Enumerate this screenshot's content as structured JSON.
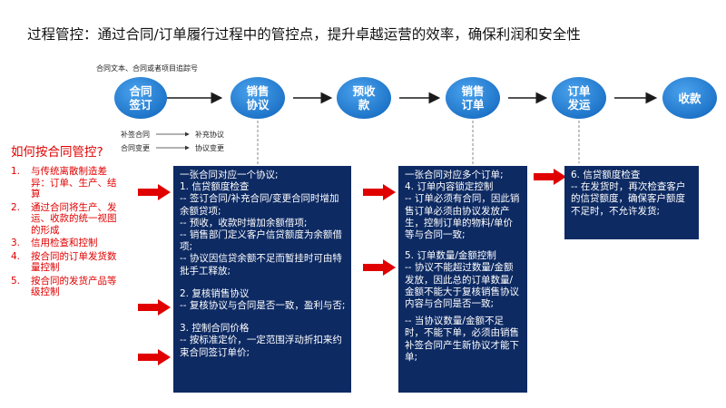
{
  "title": "过程管控：通过合同/订单履行过程中的管控点，提升卓越运营的效率，确保利润和安全性",
  "flow_note": "合同文本、合同或者项目追踪号",
  "flow_nodes": [
    {
      "id": "n1",
      "label": "合同\n签订"
    },
    {
      "id": "n2",
      "label": "销售\n协议"
    },
    {
      "id": "n3",
      "label": "预收\n款"
    },
    {
      "id": "n4",
      "label": "销售\n订单"
    },
    {
      "id": "n5",
      "label": "订单\n发运"
    },
    {
      "id": "n6",
      "label": "收款"
    }
  ],
  "legend": [
    {
      "from": "补签合同",
      "to": "补充协议"
    },
    {
      "from": "合同变更",
      "to": "协议变更"
    }
  ],
  "side_title": "如何按合同管控?",
  "side_items": [
    {
      "num": "1.",
      "text": "与传统离散制造差异：订单、生产、结算"
    },
    {
      "num": "2.",
      "text": "通过合同将生产、发运、收款的统一视图的形成"
    },
    {
      "num": "3.",
      "text": "信用检查和控制"
    },
    {
      "num": "4.",
      "text": "按合同的订单发货数量控制"
    },
    {
      "num": "5.",
      "text": "按合同的发货产品等级控制"
    }
  ],
  "box1": {
    "intro": "一张合同对应一个协议;",
    "s1_head": "1.   信贷额度检查",
    "s1_a": "    -- 签订合同/补充合同/变更合同时增加余额贷项;",
    "s1_b": "    -- 预收，收款时增加余额借项;",
    "s1_c": "    -- 销售部门定义客户信贷额度为余额借项;",
    "s1_d": "    -- 协议因信贷余额不足而暂挂时可由特批手工释放;",
    "s2_head": "2.   复核销售协议",
    "s2_a": "    -- 复核协议与合同是否一致，盈利与否;",
    "s3_head": "3.   控制合同价格",
    "s3_a": "    -- 按标准定价，一定范围浮动折扣来约束合同签订单价;"
  },
  "box2": {
    "intro": "一张合同对应多个订单;",
    "s4_head": "4.  订单内容锁定控制",
    "s4_a": "    -- 订单必须有合同，因此销售订单必须由协议发放产生，控制订单的物料/单价等与合同一致;",
    "s5_head": "5.    订单数量/金额控制",
    "s5_a": "    -- 协议不能超过数量/金额发放，因此总的订单数量/金额不能大于复核销售协议内容与合同是否一致;",
    "s5_b": "    -- 当协议数量/金额不足时，不能下单，必须由销售补签合同产生新协议才能下单;"
  },
  "box3": {
    "s6_head": "6.   信贷额度检查",
    "s6_a": "    -- 在发货时，再次检查客户的信贷额度，确保客户额度不足时，不允许发货;"
  },
  "colors": {
    "node_fill": "#1f7fd4",
    "node_fill_light": "#4aa3ee",
    "box_fill": "#0d2a63",
    "accent_red": "#e00000"
  }
}
